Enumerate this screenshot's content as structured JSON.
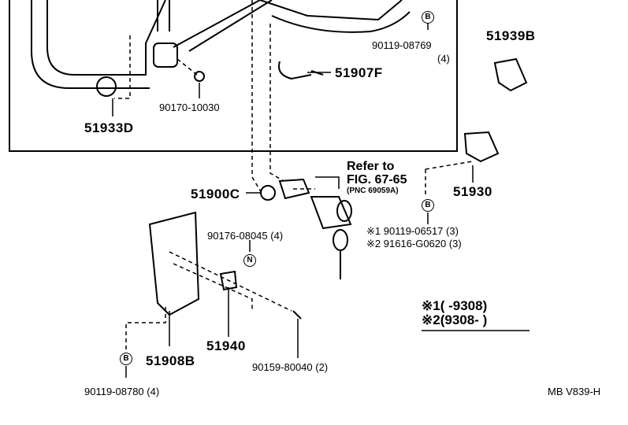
{
  "parts": {
    "p51939B": "51939B",
    "p51907F": "51907F",
    "p51933D": "51933D",
    "p90170": "90170-10030",
    "p90119_08769": "90119-08769",
    "p90119_08769_qty": "(4)",
    "p51900C": "51900C",
    "p51930": "51930",
    "p90176": "90176-08045 (4)",
    "p51940": "51940",
    "p51908B": "51908B",
    "p90159": "90159-80040 (2)",
    "p90119_08780": "90119-08780 (4)",
    "star1": "※1  90119-06517  (3)",
    "star2": "※2  91616-G0620 (3)"
  },
  "reference": {
    "line1": "Refer to",
    "line2": "FIG. 67-65",
    "line3": "(PNC 69059A)"
  },
  "markers": {
    "B": "B",
    "N": "N"
  },
  "notes": {
    "note1": "※1(         -9308)",
    "note2": "※2(9308-          )"
  },
  "diagram_code": "MB V839-H"
}
